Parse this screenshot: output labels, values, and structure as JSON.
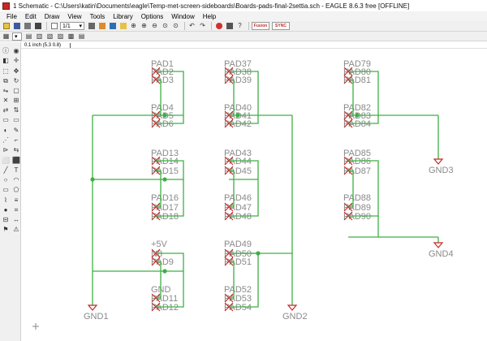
{
  "window": {
    "title": "1 Schematic - C:\\Users\\katin\\Documents\\eagle\\Temp-met-screen-sideboards\\Boards-pads-final-2settia.sch - EAGLE 8.6.3 free [OFFLINE]"
  },
  "menu": [
    "File",
    "Edit",
    "Draw",
    "View",
    "Tools",
    "Library",
    "Options",
    "Window",
    "Help"
  ],
  "toolbar": {
    "sheet_value": "1/1",
    "logo1": "Fusion",
    "logo2": "SYNC"
  },
  "coord_readout": "0.1 inch (5.3 0.8)",
  "colors": {
    "wire": "#3cb043",
    "x_mark": "#c62828",
    "label": "#8a8a8a",
    "junction": "#3cb043",
    "ground": "#c62828"
  },
  "schematic": {
    "col1": {
      "top": [
        "PAD1",
        "PAD2",
        "PAD3",
        "PAD4",
        "PAD5",
        "PAD6"
      ],
      "mid": [
        "PAD13",
        "PAD14",
        "PAD15",
        "PAD16",
        "PAD17",
        "PAD18"
      ],
      "bot": [
        "+5V",
        "N8",
        "PAD9",
        "GND",
        "PAD11",
        "PAD12"
      ]
    },
    "col2": {
      "top": [
        "PAD37",
        "PAD38",
        "PAD39",
        "PAD40",
        "PAD41",
        "PAD42"
      ],
      "mid": [
        "PAD43",
        "PAD44",
        "PAD45",
        "PAD46",
        "PAD47",
        "PAD48"
      ],
      "bot": [
        "PAD49",
        "PAD50",
        "PAD51",
        "PAD52",
        "PAD53",
        "PAD54"
      ]
    },
    "col3": {
      "top": [
        "PAD79",
        "PAD80",
        "PAD81",
        "PAD82",
        "PAD83",
        "PAD84"
      ],
      "mid": [
        "PAD85",
        "PAD86",
        "PAD87",
        "PAD88",
        "PAD89",
        "PAD90"
      ]
    },
    "grounds": [
      "GND1",
      "GND2",
      "GND3",
      "GND4"
    ]
  }
}
